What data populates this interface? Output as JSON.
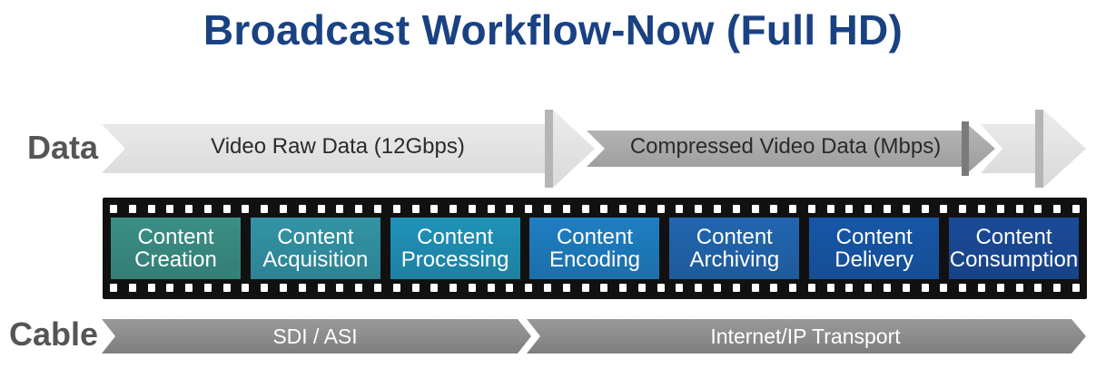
{
  "title": "Broadcast Workflow-Now (Full HD)",
  "rows": {
    "data_label": "Data",
    "cable_label": "Cable"
  },
  "data_arrows": {
    "raw": "Video Raw Data (12Gbps)",
    "compressed": "Compressed Video Data (Mbps)"
  },
  "cable_arrows": {
    "sdi": "SDI / ASI",
    "ip": "Internet/IP Transport"
  },
  "stages": [
    {
      "line1": "Content",
      "line2": "Creation",
      "color": "#3a8f86"
    },
    {
      "line1": "Content",
      "line2": "Acquisition",
      "color": "#3294a6"
    },
    {
      "line1": "Content",
      "line2": "Processing",
      "color": "#1f92b8"
    },
    {
      "line1": "Content",
      "line2": "Encoding",
      "color": "#1e7ec2"
    },
    {
      "line1": "Content",
      "line2": "Archiving",
      "color": "#2166b0"
    },
    {
      "line1": "Content",
      "line2": "Delivery",
      "color": "#1657a8"
    },
    {
      "line1": "Content",
      "line2": "Consumption",
      "color": "#1a4a98"
    }
  ],
  "colors": {
    "title": "#1a4282",
    "raw_arrow": "#e3e3e3",
    "compressed_arrow": "#a9a9a9",
    "cable_arrow": "#8c8c8c",
    "film": "#111111"
  }
}
